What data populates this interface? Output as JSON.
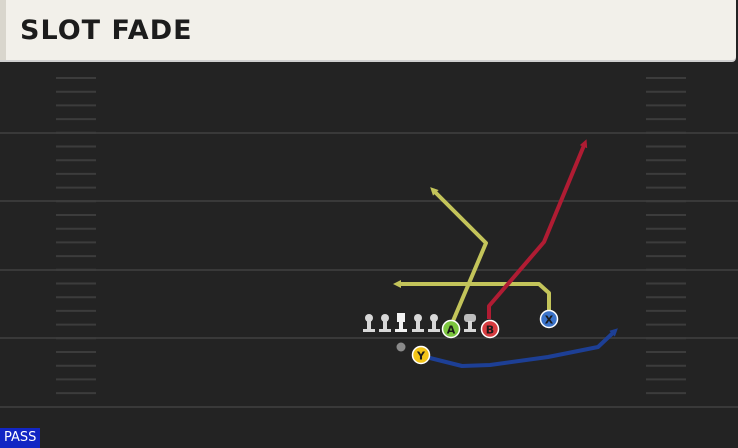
{
  "play": {
    "title": "SLOT FADE",
    "type_badge": "PASS"
  },
  "buttons": {
    "a": "A",
    "b": "B",
    "x": "X",
    "y": "Y"
  },
  "colors": {
    "field": "#232323",
    "yard_line": "#393939",
    "hash": "#3c3c3c",
    "route_a": "#c3c45a",
    "route_b": "#b01c33",
    "route_x": "#1d3f95",
    "route_y": "#1d3f95",
    "button_a": "#7cc63f",
    "button_b": "#d63b3f",
    "button_x": "#3b73c9",
    "button_y": "#f2c418",
    "lineman": "#d8d8d8",
    "badge": "#1226c4"
  },
  "icons": {
    "center": "center-player-icon",
    "lineman": "lineman-icon",
    "rb": "running-back-icon",
    "qb": "quarterback-icon"
  }
}
